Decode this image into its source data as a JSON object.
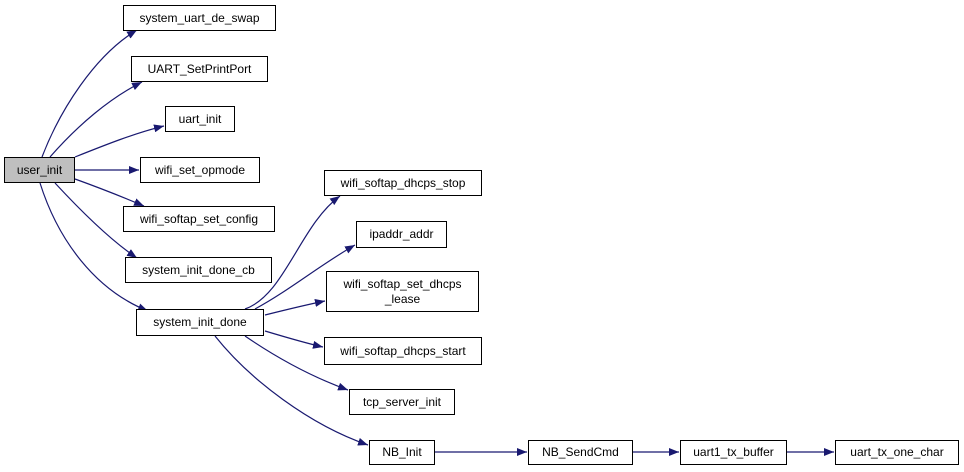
{
  "graph": {
    "colors": {
      "edge": "#191970",
      "root_fill": "#bfbfbf",
      "node_fill": "#ffffff",
      "border": "#000000"
    },
    "nodes": {
      "user_init": "user_init",
      "system_uart_de_swap": "system_uart_de_swap",
      "UART_SetPrintPort": "UART_SetPrintPort",
      "uart_init": "uart_init",
      "wifi_set_opmode": "wifi_set_opmode",
      "wifi_softap_set_config": "wifi_softap_set_config",
      "system_init_done_cb": "system_init_done_cb",
      "system_init_done": "system_init_done",
      "wifi_softap_dhcps_stop": "wifi_softap_dhcps_stop",
      "ipaddr_addr": "ipaddr_addr",
      "wifi_softap_set_dhcps_lease_line1": "wifi_softap_set_dhcps",
      "wifi_softap_set_dhcps_lease_line2": "_lease",
      "wifi_softap_dhcps_start": "wifi_softap_dhcps_start",
      "tcp_server_init": "tcp_server_init",
      "NB_Init": "NB_Init",
      "NB_SendCmd": "NB_SendCmd",
      "uart1_tx_buffer": "uart1_tx_buffer",
      "uart_tx_one_char": "uart_tx_one_char"
    }
  }
}
